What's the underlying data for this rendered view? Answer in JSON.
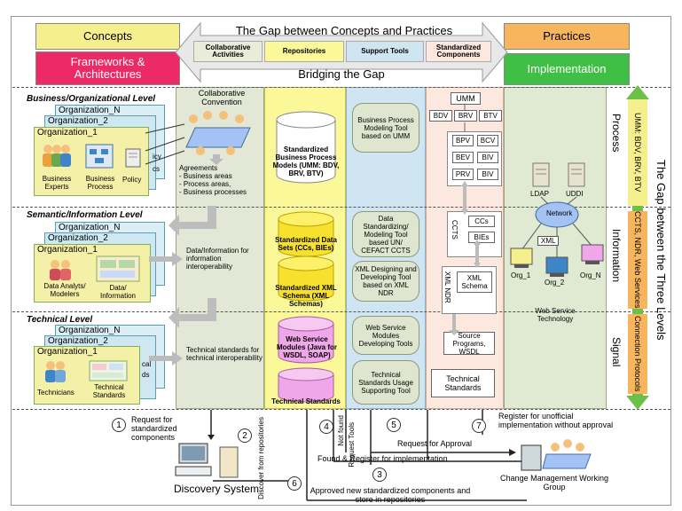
{
  "header": {
    "concepts": "Concepts",
    "frameworks": "Frameworks & Architectures",
    "practices": "Practices",
    "implementation": "Implementation",
    "gap_title": "The Gap between Concepts and Practices",
    "bridging": "Bridging the Gap",
    "subheads": [
      "Collaborative Activities",
      "Repositories",
      "Support Tools",
      "Standardized Components"
    ]
  },
  "levels": {
    "business": "Business/Organizational Level",
    "semantic": "Semantic/Information Level",
    "technical": "Technical Level"
  },
  "orgs": {
    "n": "Organization_N",
    "two": "Organization_2",
    "one": "Organization_1",
    "business_experts": "Business Experts",
    "business_process": "Business Process",
    "policy": "Policy",
    "icy_fragment": "icy",
    "cs_fragment": "cs",
    "data_analysts": "Data Analyts/ Modelers",
    "data_information": "Data/ Information",
    "technicians": "Technicians",
    "technical_standards": "Technical Standards",
    "cal_fragment": "cal",
    "ds_fragment": "ds"
  },
  "collab": {
    "title": "Collaborative Convention",
    "agreements": "Agreements",
    "items": [
      "- Business areas",
      "- Process areas,",
      "- Business processes"
    ],
    "data_info": "Data/Information for information interoperability",
    "tech_std": "Technical standards for technical interoperability"
  },
  "repo": {
    "bp_models": "Standardized Business Process Models (UMM: BDV, BRV, BTV)",
    "data_sets": "Standardized Data Sets (CCs, BIEs)",
    "xml_schema": "Standardized XML Schema (XML Schemas)",
    "ws_modules": "Web Service Modules (Java for WSDL, SOAP)",
    "tech_standards": "Technical Standards"
  },
  "support": {
    "bp_tool": "Business Process Modeling Tool based on UMM",
    "data_tool": "Data Standardizing/ Modeling Tool based UN/ CEFACT CCTS",
    "xml_tool": "XML Designing and Developing Tool based on XML NDR",
    "ws_tool": "Web Service Modules Developing Tools",
    "usage_tool": "Technical Standards Usage Supporting Tool"
  },
  "std": {
    "umm": "UMM",
    "bdv": "BDV",
    "brv": "BRV",
    "btv": "BTV",
    "bpv": "BPV",
    "bcv": "BCV",
    "bev": "BEV",
    "biv1": "BIV",
    "prv": "PRV",
    "biv2": "BIV",
    "ccts": "CCTS",
    "ccs": "CCs",
    "bies": "BIEs",
    "xml_ndr": "XML NDR",
    "xml_schema": "XML Schema",
    "source": "Source Programs, WSDL",
    "tech_standards": "Technical Standards"
  },
  "impl": {
    "ldap": "LDAP",
    "uddi": "UDDI",
    "network": "Network",
    "xml": "XML",
    "org1": "Org_1",
    "org2": "Org_2",
    "orgn": "Org_N",
    "ws_tech": "Web Service Technology"
  },
  "side": {
    "process": "Process",
    "information": "Information",
    "signal": "Signal",
    "umm_band": "UMM: BDV, BRV, BTV",
    "ccts_band": "CCTS, NDR, Web Services",
    "conn_band": "Connection Protocols",
    "gap_three": "The Gap between the Three Levels"
  },
  "bottom": {
    "c1": "1",
    "c2": "2",
    "c3": "3",
    "c4": "4",
    "c5": "5",
    "c6": "6",
    "c7": "7",
    "t1": "Request for standardized components",
    "t2": "Discover from repositories",
    "t4a": "Not found",
    "t4b": "Request Tools",
    "t5": "Request for Approval",
    "t3": "Found & Register for implementation",
    "t6": "Approved new standardized components and store in repositories",
    "t7": "Register for unofficial implementation without approval",
    "discovery": "Discovery System",
    "cmwg": "Change Management Working Group"
  },
  "colors": {
    "concepts": "#f6ef8e",
    "frameworks": "#ec2a68",
    "practices": "#f7b65e",
    "implementation": "#3fbf46"
  }
}
